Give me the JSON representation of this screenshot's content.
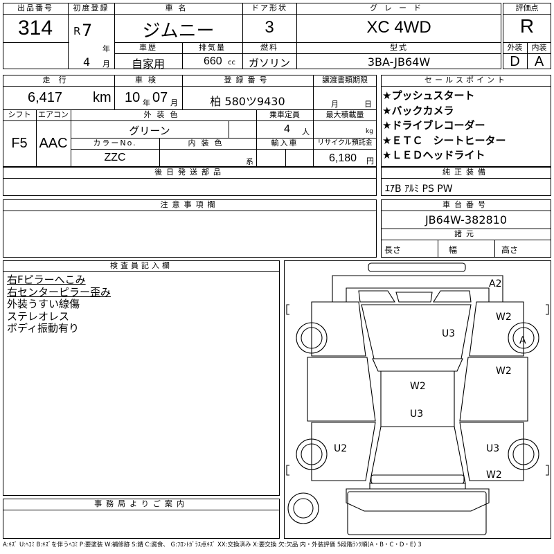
{
  "header": {
    "lot_no_label": "出品番号",
    "lot_no": "314",
    "first_reg_label": "初度登録",
    "era": "R",
    "year_num": "7",
    "year_unit": "年",
    "month_num": "4",
    "month_unit": "月",
    "car_name_label": "車名",
    "car_name": "ジムニー",
    "door_label": "ドア形状",
    "door": "3",
    "grade_label": "グレード",
    "grade": "XC 4WD",
    "score_label": "評価点",
    "score": "R",
    "history_label": "車歴",
    "history": "自家用",
    "displacement_label": "排気量",
    "displacement": "660",
    "displacement_unit": "cc",
    "fuel_label": "燃料",
    "fuel": "ガソリン",
    "model_label": "型式",
    "model": "3BA-JB64W",
    "exterior_label": "外装",
    "exterior": "D",
    "interior_label": "内装",
    "interior": "A"
  },
  "specs": {
    "mileage_label": "走行",
    "mileage": "6,417",
    "mileage_unit": "km",
    "inspection_label": "車検",
    "insp_year": "10",
    "insp_year_unit": "年",
    "insp_month": "07",
    "insp_month_unit": "月",
    "plate_label": "登録番号",
    "plate": "柏 580ツ9430",
    "transfer_label": "譲渡書類期限",
    "transfer_month": "月",
    "transfer_day": "日",
    "shift_label": "シフト",
    "shift": "F5",
    "ac_label": "エアコン",
    "ac": "AAC",
    "ext_color_label": "外装色",
    "ext_color": "グリーン",
    "capacity_label": "乗車定員",
    "capacity": "4",
    "capacity_unit": "人",
    "load_label": "最大積載量",
    "load_unit": "kg",
    "color_no_label": "カラーNo.",
    "color_no": "ZZC",
    "int_color_label": "内装色",
    "int_color_unit": "系",
    "import_label": "輸入車",
    "recycle_label": "リサイクル預託金",
    "recycle": "6,180",
    "recycle_unit": "円"
  },
  "sales": {
    "label": "セールスポイント",
    "points": [
      "★プッシュスタート",
      "★バックカメラ",
      "★ドライブレコーダー",
      "★ＥＴＣ　シートヒーター",
      "★ＬＥＤヘッドライト"
    ]
  },
  "later_parts": {
    "label": "後日発送部品"
  },
  "equipment": {
    "label": "純正装備",
    "value": "ｴｱB ｱﾙﾐ PS PW"
  },
  "notes": {
    "label": "注意事項欄"
  },
  "chassis": {
    "label": "車台番号",
    "value": "JB64W-382810"
  },
  "dimensions": {
    "label": "諸元",
    "length": "長さ",
    "width": "幅",
    "height": "高さ"
  },
  "inspector": {
    "label": "検査員記入欄",
    "lines": [
      "右Fピラーへこみ",
      "右センターピラー歪み",
      "外装うすい線傷",
      "ステレオレス",
      "ボディ振動有り"
    ]
  },
  "office": {
    "label": "事務局よりご案内"
  },
  "diagram": {
    "marks": {
      "a2": "A2",
      "w2_fr": "W2",
      "u3_hood": "U3",
      "a_wheel": "A",
      "w2_door": "W2",
      "w2_roof": "W2",
      "u3_roof": "U3",
      "u2": "U2",
      "u3_rr": "U3",
      "w2_rear": "W2"
    }
  },
  "legend": "A:ｷｽﾞ U:ﾍｺﾐ B:ｷｽﾞを伴うﾍｺﾐ P:要塗装 W:補修跡 S:錆 C:腐食、 G:ﾌﾛﾝﾄｶﾞﾗｽ点ｷｽﾞ XX:交換済み X:要交換 欠:欠品 内・外装評価 5段階ﾗﾝｸ順(A・B・C・D・E) 3"
}
